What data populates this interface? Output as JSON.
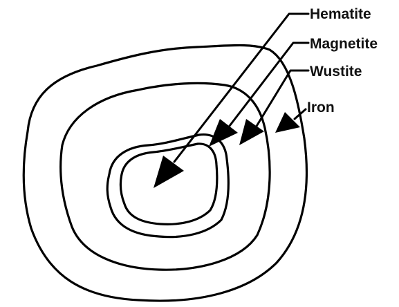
{
  "labels": {
    "hematite": "Hematite",
    "magnetite": "Magnetite",
    "wustite": "Wustite",
    "iron": "Iron"
  },
  "colors": {
    "ink": "#000000",
    "background": "#ffffff",
    "stipple": "#333333"
  }
}
